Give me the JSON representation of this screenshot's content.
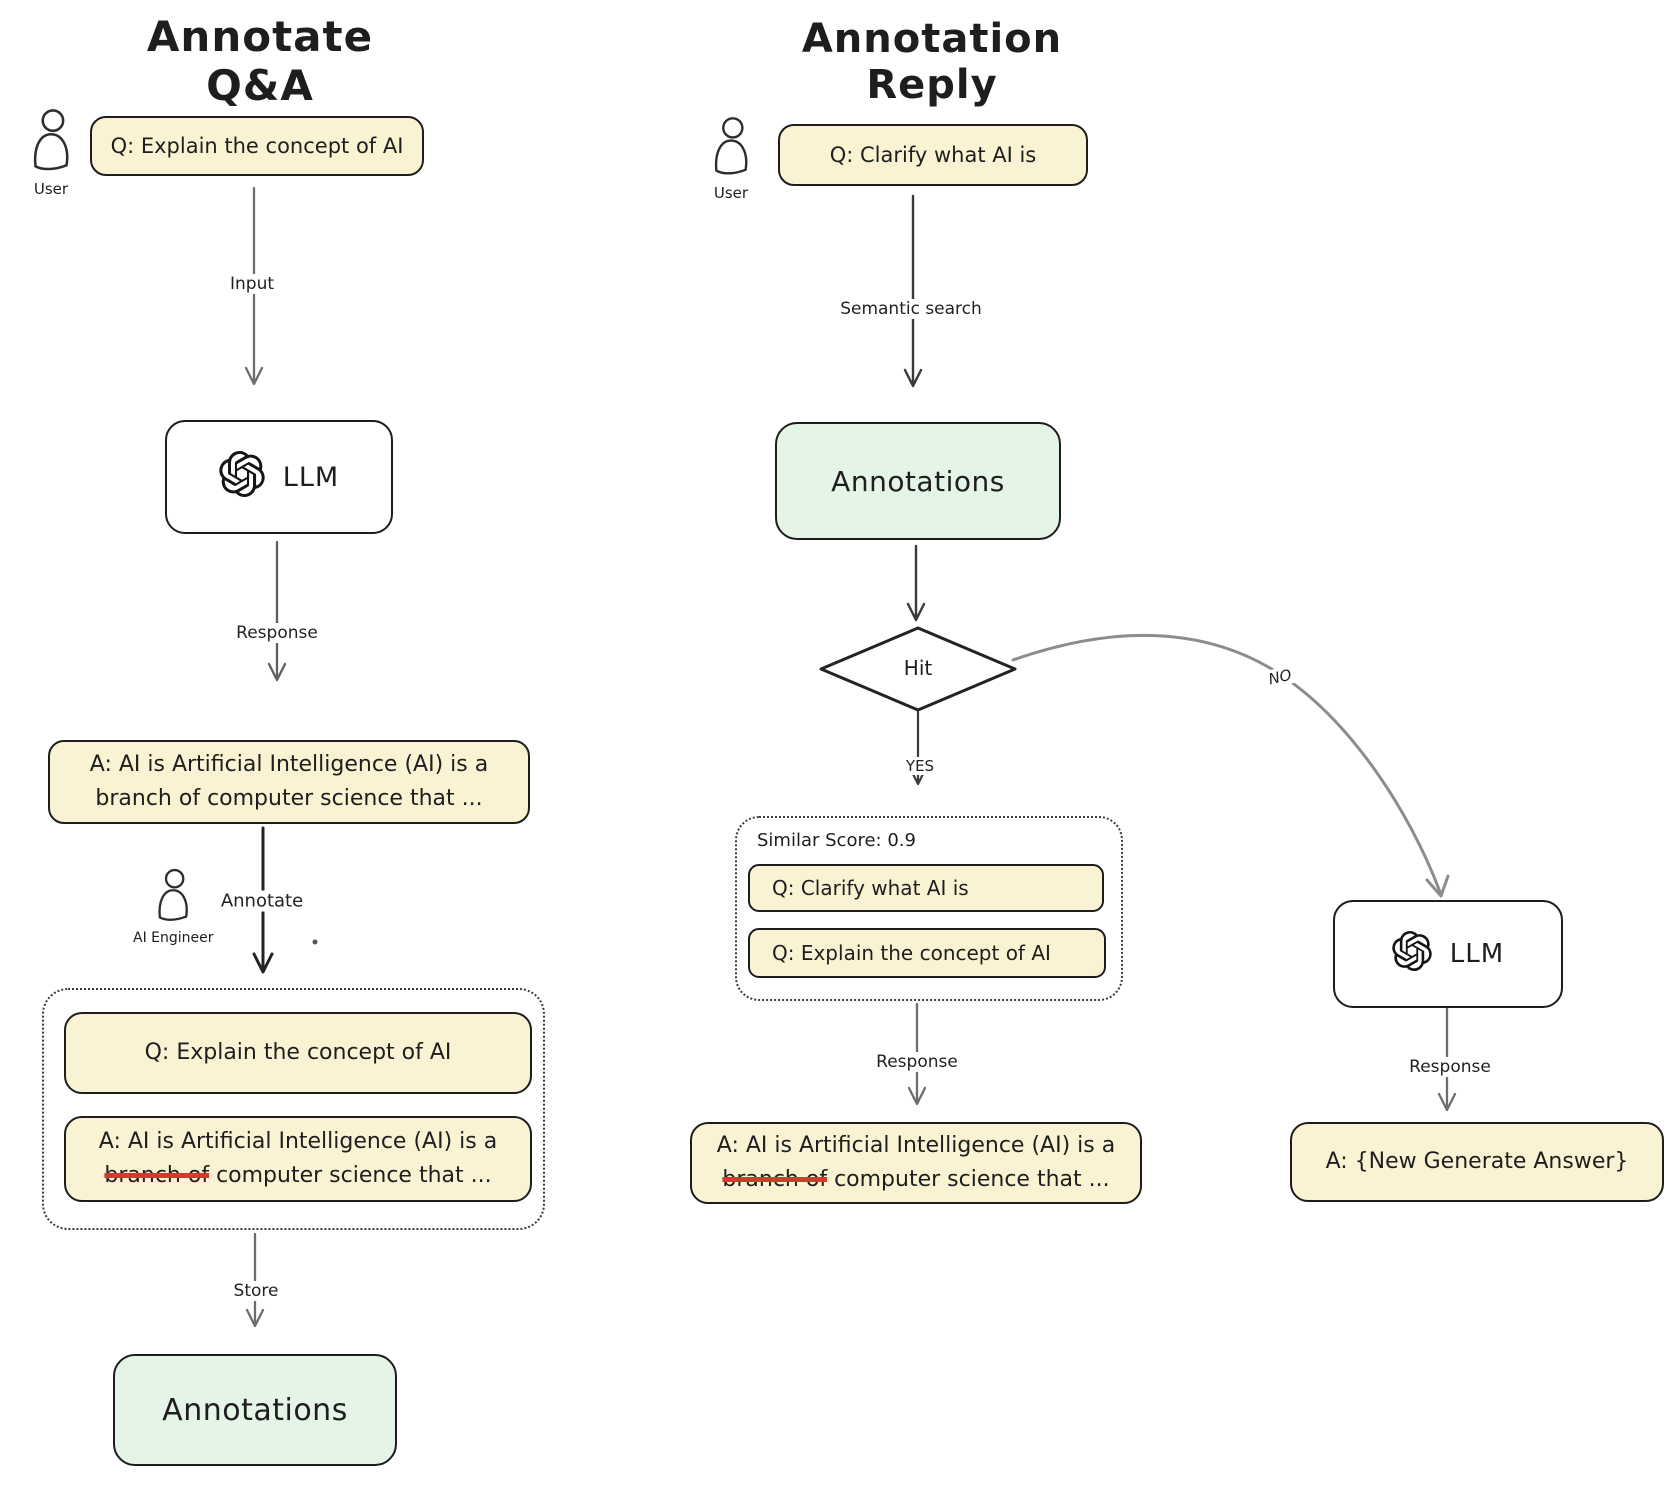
{
  "colors": {
    "box_fill": "#faf3d3",
    "green_fill": "#e4f4e6",
    "border": "#1d1d1d",
    "arrow_gray": "#6d6d6d",
    "arrow_dark": "#2b2b2b",
    "strike_red": "#d23a2e",
    "background": "#ffffff"
  },
  "left": {
    "title": "Annotate Q&A",
    "user_label": "User",
    "question": "Q: Explain the concept of AI",
    "input_label": "Input",
    "llm_label": "LLM",
    "response_label": "Response",
    "answer_line1": "A: AI is Artificial Intelligence (AI) is a",
    "answer_line2": "branch of computer science that ...",
    "annotate_label": "Annotate",
    "engineer_label": "AI Engineer",
    "annotated_question": "Q: Explain the concept of AI",
    "annotated_answer_line1": "A: AI is Artificial Intelligence (AI) is a",
    "annotated_answer_strike": "branch of",
    "annotated_answer_rest": " computer science that ...",
    "store_label": "Store",
    "annotations_label": "Annotations"
  },
  "right": {
    "title": "Annotation Reply",
    "user_label": "User",
    "question": "Q: Clarify what AI is",
    "semantic_label": "Semantic search",
    "annotations_label": "Annotations",
    "hit_label": "Hit",
    "yes_label": "YES",
    "no_label": "NO",
    "similar_score": "Similar Score: 0.9",
    "match_question1": "Q: Clarify what AI is",
    "match_question2": "Q: Explain the concept of AI",
    "response_label": "Response",
    "matched_answer_line1": "A: AI is Artificial Intelligence (AI) is a",
    "matched_answer_strike": "branch of",
    "matched_answer_rest": " computer science that ...",
    "llm_label": "LLM",
    "llm_response_label": "Response",
    "new_answer": "A: {New Generate Answer}"
  }
}
